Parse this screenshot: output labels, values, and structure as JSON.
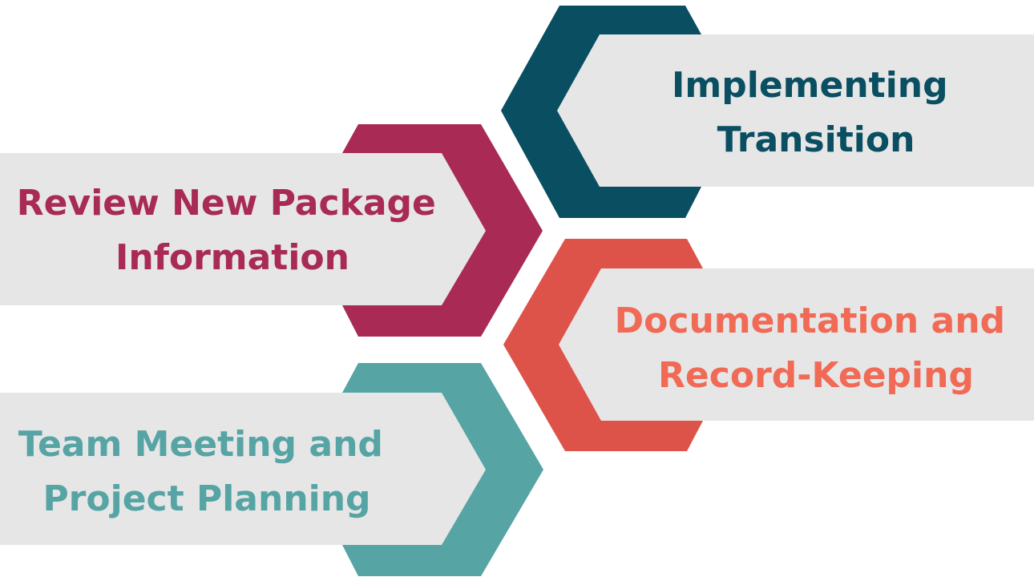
{
  "colors": {
    "background": "#ffffff",
    "panel": "#e6e6e6",
    "dark_teal": "#0a4e62",
    "magenta": "#a82a55",
    "coral": "#dd534a",
    "coral_text": "#f06a56",
    "light_teal": "#57a4a5"
  },
  "steps": [
    {
      "id": "implementing-transition",
      "lines": [
        "Implementing",
        "Transition"
      ],
      "color_key": "dark_teal"
    },
    {
      "id": "review-new-package-information",
      "lines": [
        "Review New Package",
        "Information"
      ],
      "color_key": "magenta"
    },
    {
      "id": "documentation-and-record-keeping",
      "lines": [
        "Documentation and",
        "Record-Keeping"
      ],
      "color_key": "coral"
    },
    {
      "id": "team-meeting-and-project-planning",
      "lines": [
        "Team Meeting and",
        "Project Planning"
      ],
      "color_key": "light_teal"
    }
  ]
}
